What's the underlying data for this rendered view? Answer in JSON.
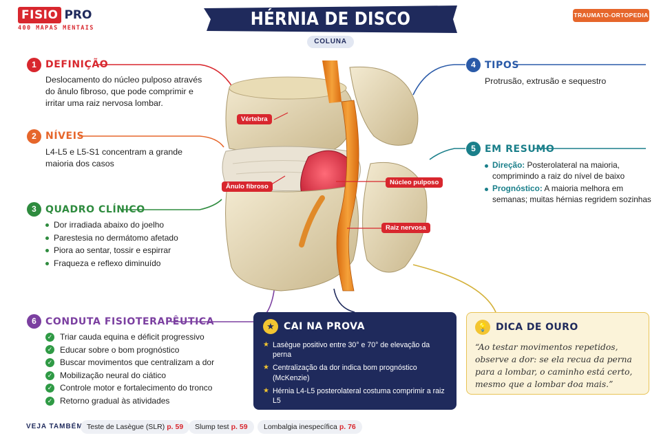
{
  "brand": {
    "name_part1": "FISIO",
    "name_part2": "PRO",
    "tagline": "400 MAPAS MENTAIS"
  },
  "header": {
    "title": "HÉRNIA DE DISCO LOMBAR",
    "subtitle": "COLUNA",
    "category": "TRAUMATO-ORTOPEDIA"
  },
  "sections": {
    "s1": {
      "number": "1",
      "title": "DEFINIÇÃO",
      "text": "Deslocamento do núcleo pulposo através do ânulo fibroso, que pode comprimir e irritar uma raiz nervosa lombar."
    },
    "s2": {
      "number": "2",
      "title": "NÍVEIS",
      "text": "L4-L5 e L5-S1 concentram a grande maioria dos casos"
    },
    "s3": {
      "number": "3",
      "title": "QUADRO CLÍNICO",
      "items": [
        "Dor irradiada abaixo do joelho",
        "Parestesia no dermátomo afetado",
        "Piora ao sentar, tossir e espirrar",
        "Fraqueza e reflexo diminuído"
      ]
    },
    "s4": {
      "number": "4",
      "title": "TIPOS",
      "text": "Protrusão, extrusão e sequestro"
    },
    "s5": {
      "number": "5",
      "title": "EM RESUMO",
      "items": [
        {
          "label": "Direção:",
          "text": "Posterolateral na maioria, comprimindo a raiz do nível de baixo"
        },
        {
          "label": "Prognóstico:",
          "text": "A maioria melhora em semanas; muitas hérnias regridem sozinhas"
        }
      ]
    },
    "s6": {
      "number": "6",
      "title": "CONDUTA FISIOTERAPÊUTICA",
      "items": [
        "Triar cauda equina e déficit progressivo",
        "Educar sobre o bom prognóstico",
        "Buscar movimentos que centralizam a dor",
        "Mobilização neural do ciático",
        "Controle motor e fortalecimento do tronco",
        "Retorno gradual às atividades"
      ]
    }
  },
  "illustration_labels": {
    "vertebra": "Vértebra",
    "annulus": "Ânulo fibroso",
    "nucleus": "Núcleo pulposo",
    "root": "Raiz nervosa"
  },
  "cai_na_prova": {
    "title": "CAI NA PROVA",
    "items": [
      "Lasègue positivo entre 30° e 70° de elevação da perna",
      "Centralização da dor indica bom prognóstico (McKenzie)",
      "Hérnia L4-L5 posterolateral costuma comprimir a raiz L5"
    ]
  },
  "dica_de_ouro": {
    "title": "DICA DE OURO",
    "quote": "“Ao testar movimentos repetidos, observe a dor: se ela recua da perna para a lombar, o caminho está certo, mesmo que a lombar doa mais.”"
  },
  "footer": {
    "see_also_label": "VEJA TAMBÉM",
    "refs": [
      {
        "label": "Teste de Lasègue (SLR)",
        "page": "p. 59"
      },
      {
        "label": "Slump test",
        "page": "p. 59"
      },
      {
        "label": "Lombalgia inespecífica",
        "page": "p. 76"
      }
    ]
  },
  "colors": {
    "red": "#d8272e",
    "orange": "#e6662b",
    "green": "#2e8b3e",
    "navy": "#1f2a5c",
    "blue": "#2a5aa8",
    "teal": "#1a7f8a",
    "purple": "#7b3fa0",
    "gold": "#e8c355"
  }
}
